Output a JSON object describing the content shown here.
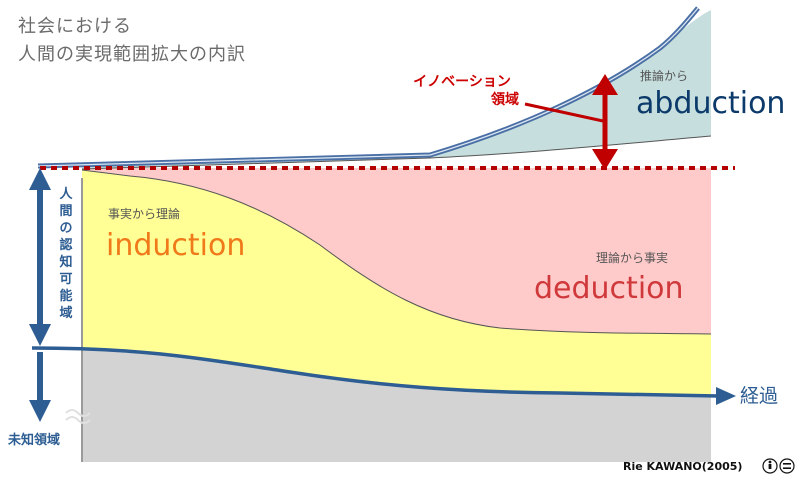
{
  "title": {
    "line1": "社会における",
    "line2": "人間の実現範囲拡大の内訳"
  },
  "regions": {
    "abduction": {
      "sub": "推論から",
      "name": "abduction",
      "color": "#0b3a6b",
      "fill": "#c6dedd"
    },
    "induction": {
      "sub": "事実から理論",
      "name": "induction",
      "color": "#f07a1a",
      "fill": "#ffff96"
    },
    "deduction": {
      "sub": "理論から事実",
      "name": "deduction",
      "color": "#d0393b",
      "fill": "#ffcaca"
    },
    "unknown_fill": "#d3d3d3"
  },
  "innovation_label": {
    "line1": "イノベーション",
    "line2": "領域"
  },
  "vertical_labels": {
    "cognizable": [
      "人",
      "間",
      "の",
      "認",
      "知",
      "可",
      "能",
      "域"
    ],
    "unknown": "未知領域"
  },
  "time_label": "経過",
  "credit": "Rie KAWANO(2005)",
  "license_icons": [
    "by-icon",
    "nd-icon"
  ],
  "colors": {
    "axis_blue": "#2d5d92",
    "innovation_red": "#c00000"
  }
}
